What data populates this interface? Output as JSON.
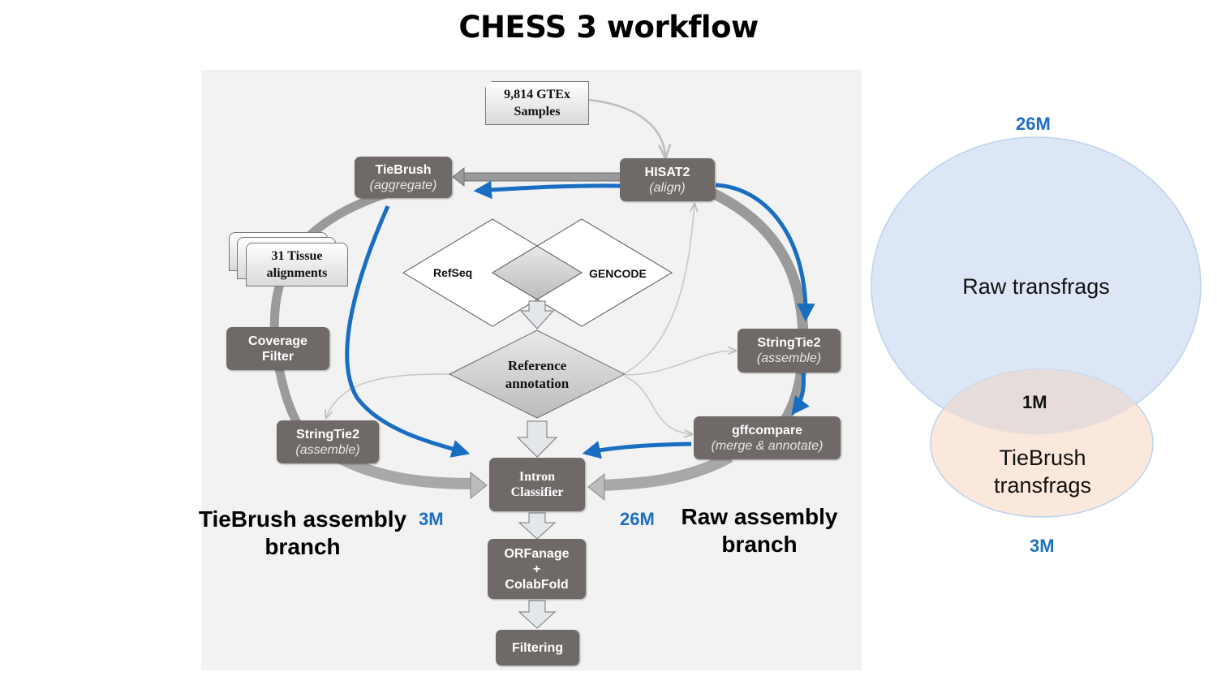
{
  "title": "CHESS 3 workflow",
  "colors": {
    "node_fill": "#6f6a68",
    "panel_bg": "#f2f2f2",
    "blue_arrow": "#1a6ec2",
    "count_text": "#1f70c1",
    "venn_raw_fill": "#dde6f5",
    "venn_tiebrush_fill": "#fbe6d8",
    "venn_overlap_fill": "#e6ddda"
  },
  "workflow": {
    "inputs": {
      "gtex_samples": [
        "9,814 GTEx",
        "Samples"
      ],
      "tissue_alignments": [
        "31 Tissue",
        "alignments"
      ]
    },
    "nodes": {
      "hisat2": {
        "name": "HISAT2",
        "sub": "(align)"
      },
      "tiebrush": {
        "name": "TieBrush",
        "sub": "(aggregate)"
      },
      "coverage_filter": {
        "line1": "Coverage",
        "line2": "Filter"
      },
      "stringtie_left": {
        "name": "StringTie2",
        "sub": "(assemble)"
      },
      "stringtie_right": {
        "name": "StringTie2",
        "sub": "(assemble)"
      },
      "gffcompare": {
        "name": "gffcompare",
        "sub": "(merge & annotate)"
      },
      "intron_classifier": {
        "line1": "Intron",
        "line2": "Classifier"
      },
      "orfanage": {
        "line1": "ORFanage",
        "line2": "+",
        "line3": "ColabFold"
      },
      "filtering": {
        "name": "Filtering"
      }
    },
    "references": {
      "refseq": "RefSeq",
      "gencode": "GENCODE",
      "reference_annotation": [
        "Reference",
        "annotation"
      ]
    },
    "branches": {
      "tiebrush": {
        "line1": "TieBrush assembly",
        "line2": "branch",
        "count": "3M"
      },
      "raw": {
        "line1": "Raw assembly",
        "line2": "branch",
        "count": "26M"
      }
    }
  },
  "chart_data": {
    "type": "venn",
    "sets": [
      {
        "name": "Raw transfrags",
        "size": "26M",
        "label_position": "top"
      },
      {
        "name": "TieBrush transfrags",
        "size": "3M",
        "label_position": "bottom"
      }
    ],
    "overlap": {
      "sets": [
        "Raw transfrags",
        "TieBrush transfrags"
      ],
      "size": "1M"
    }
  },
  "venn_text": {
    "raw_count": "26M",
    "raw_label": "Raw transfrags",
    "overlap": "1M",
    "tiebrush_line1": "TieBrush",
    "tiebrush_line2": "transfrags",
    "tiebrush_count": "3M"
  }
}
